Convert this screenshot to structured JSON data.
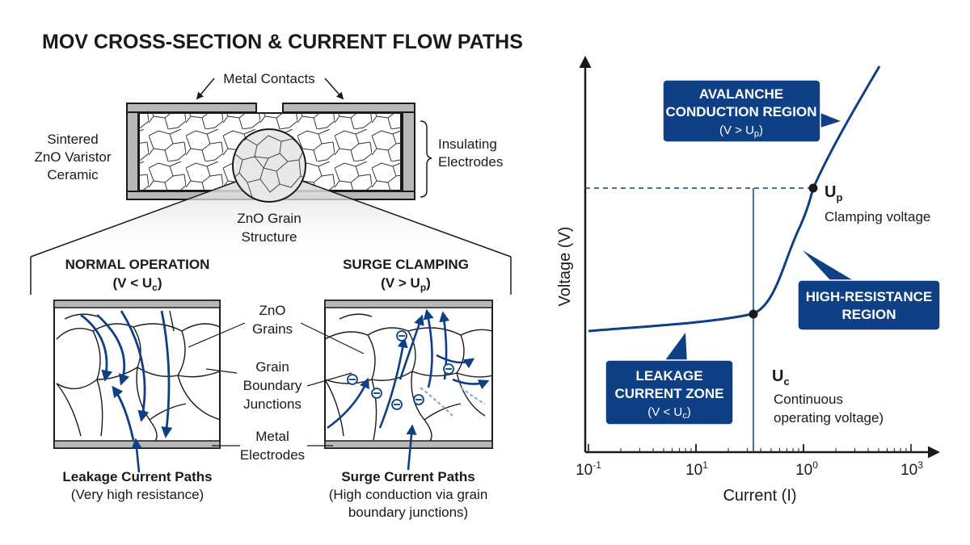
{
  "colors": {
    "navy": "#0f3f85",
    "plate": "#b8b8b8",
    "stroke": "#1a1a1a"
  },
  "left": {
    "title": "MOV CROSS-SECTION & CURRENT FLOW PATHS",
    "metal_contacts": "Metal Contacts",
    "sintered": [
      "Sintered",
      "ZnO Varistor",
      "Ceramic"
    ],
    "insulating": [
      "Insulating",
      "Electrodes"
    ],
    "grain_structure": [
      "ZnO Grain",
      "Structure"
    ],
    "normal": {
      "title": "NORMAL OPERATION",
      "cond": "(V < U",
      "sub": "c",
      "close": ")"
    },
    "surge": {
      "title": "SURGE CLAMPING",
      "cond": "(V > U",
      "sub": "p",
      "close": ")"
    },
    "zno_grains": [
      "ZnO",
      "Grains"
    ],
    "grain_boundary": [
      "Grain",
      "Boundary",
      "Junctions"
    ],
    "metal_electrodes": [
      "Metal",
      "Electrodes"
    ],
    "leakage_paths": "Leakage Current Paths",
    "leakage_note": "(Very high resistance)",
    "surge_paths": "Surge Current Paths",
    "surge_note": [
      "(High conduction via grain",
      "boundary junctions)"
    ],
    "electron_symbol": "⊖"
  },
  "chart_data": {
    "type": "line",
    "xlabel": "Current (I)",
    "ylabel": "Voltage (V)",
    "x_scale": "log",
    "x_tick_labels": [
      "10-1",
      "101",
      "100",
      "103"
    ],
    "curve_regions": [
      "leakage (flat)",
      "knee at Uc",
      "high-resistance rise",
      "clamping at Up",
      "avalanche"
    ],
    "points": {
      "uc": {
        "label": "U",
        "sub": "c",
        "desc": [
          "Continuous",
          "operating voltage)"
        ]
      },
      "up": {
        "label": "U",
        "sub": "p",
        "desc": "Clamping voltage"
      }
    },
    "callouts": {
      "avalanche": {
        "lines": [
          "AVALANCHE",
          "CONDUCTION REGION"
        ],
        "cond": "(V > U",
        "sub": "p",
        "close": ")"
      },
      "high_res": {
        "lines": [
          "HIGH-RESISTANCE",
          "REGION"
        ]
      },
      "leakage": {
        "lines": [
          "LEAKAGE",
          "CURRENT ZONE"
        ],
        "cond": "(V < U",
        "sub": "c",
        "close": ")"
      }
    }
  }
}
